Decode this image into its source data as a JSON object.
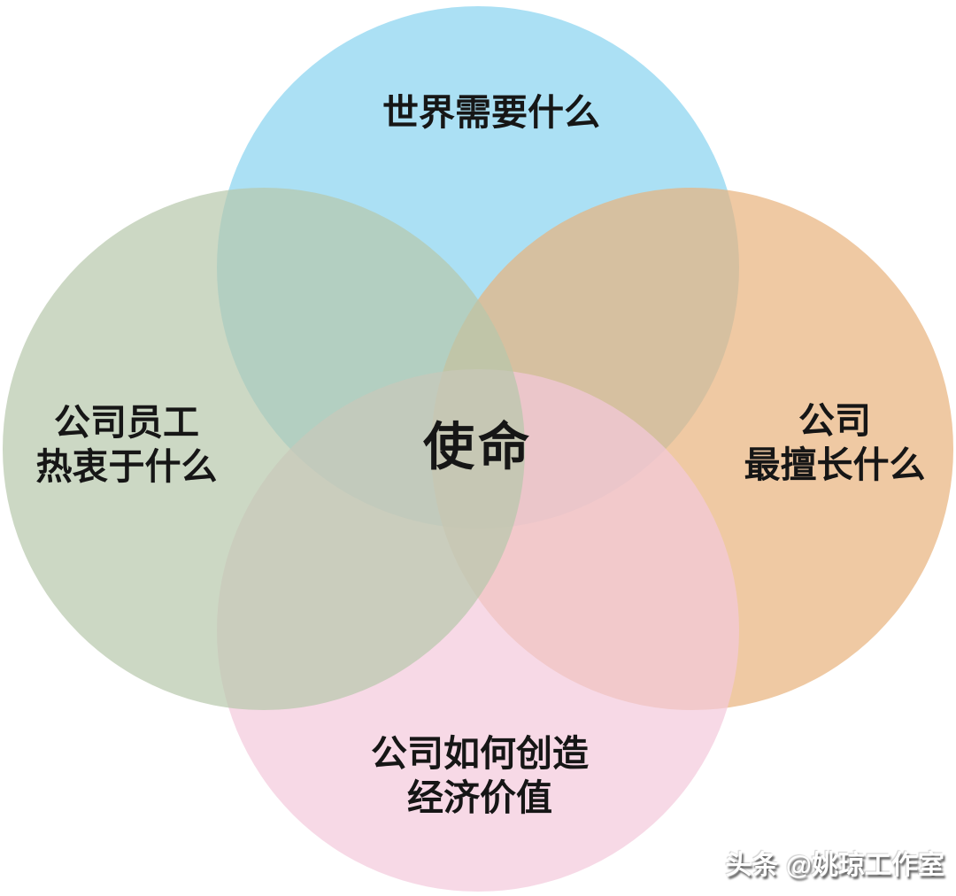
{
  "venn": {
    "center": {
      "label": "使命",
      "overlap_color": "#C4BFA8"
    },
    "circles": [
      {
        "position": "top",
        "label_lines": [
          "世界需要什么"
        ],
        "fill": "#ABE0F4"
      },
      {
        "position": "left",
        "label_lines": [
          "公司员工",
          "热衷于什么"
        ],
        "fill": "#CCD8C4"
      },
      {
        "position": "right",
        "label_lines": [
          "公司",
          "最擅长什么"
        ],
        "fill": "#EFC9A3"
      },
      {
        "position": "bottom",
        "label_lines": [
          "公司如何创造",
          "经济价值"
        ],
        "fill": "#F7D9E6"
      }
    ],
    "pairwise_overlap_colors": {
      "top_left": "#A6C8C2",
      "top_right": "#D6C4AC",
      "bottom_left": "#C9C7BC",
      "bottom_right": "#F0C2C4"
    }
  },
  "watermark": {
    "text": "头条 @姚琼工作室"
  }
}
